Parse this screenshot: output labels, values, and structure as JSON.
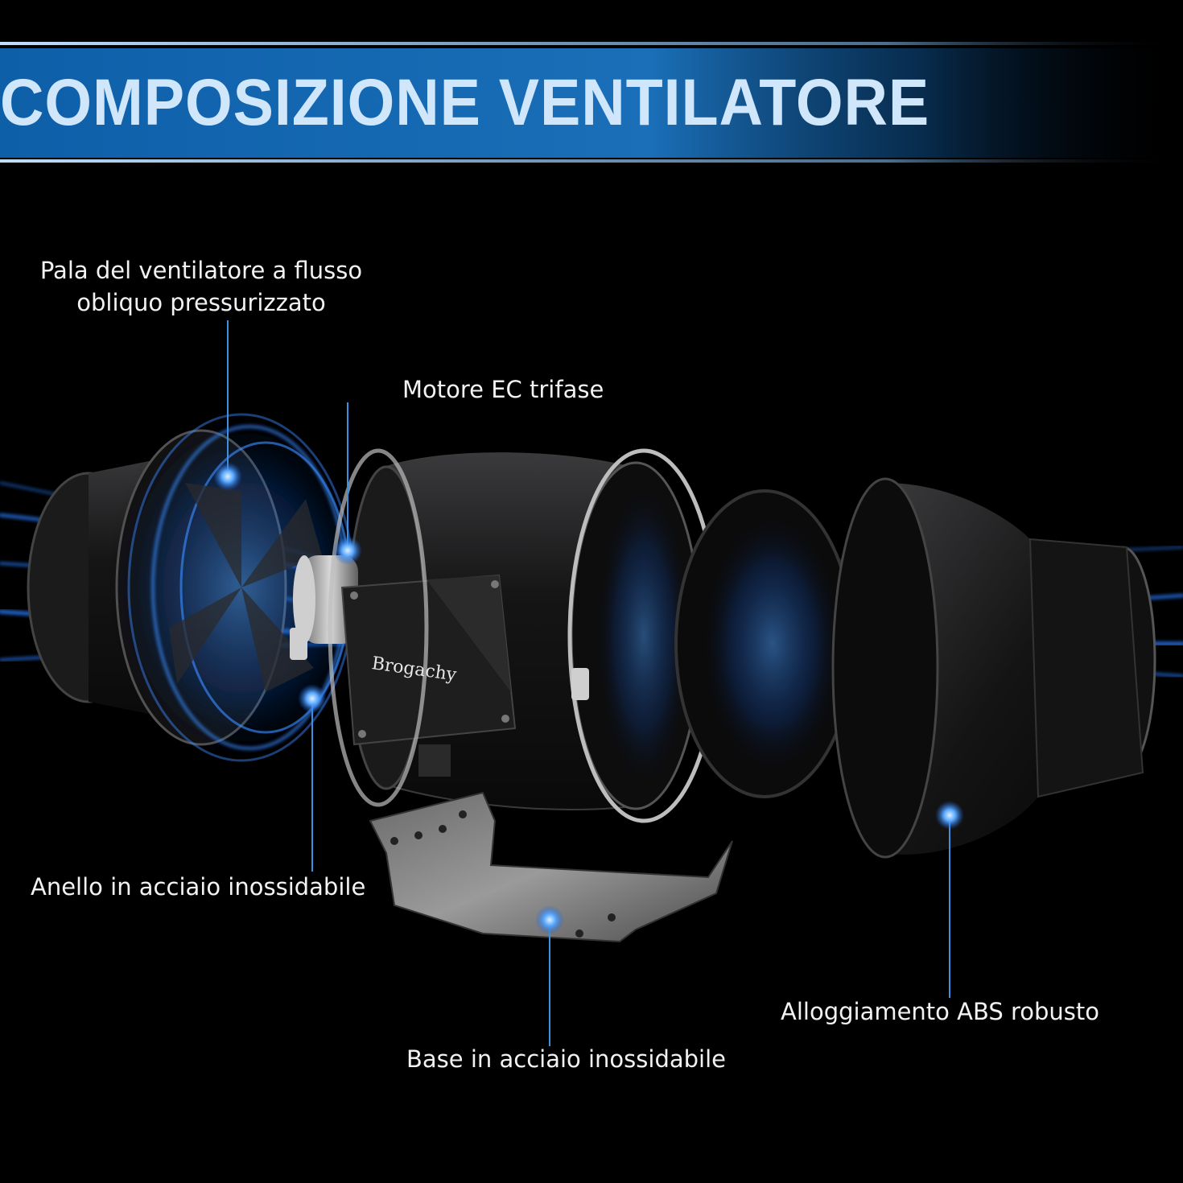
{
  "header": {
    "title": "COMPOSIZIONE VENTILATORE",
    "accent_color": "#1a73c0",
    "title_color": "#cfe6fb"
  },
  "product": {
    "brand": "Brogachy"
  },
  "callouts": {
    "blade": {
      "line1": "Pala del ventilatore a flusso",
      "line2": "obliquo pressurizzato"
    },
    "motor": {
      "text": "Motore EC trifase"
    },
    "ring": {
      "text": "Anello in acciaio inossidabile"
    },
    "base": {
      "text": "Base in acciaio inossidabile"
    },
    "housing": {
      "text": "Alloggiamento ABS robusto"
    }
  },
  "colors": {
    "background": "#000000",
    "leader_line": "#3d8fe0",
    "airflow": "#2a7bff"
  }
}
